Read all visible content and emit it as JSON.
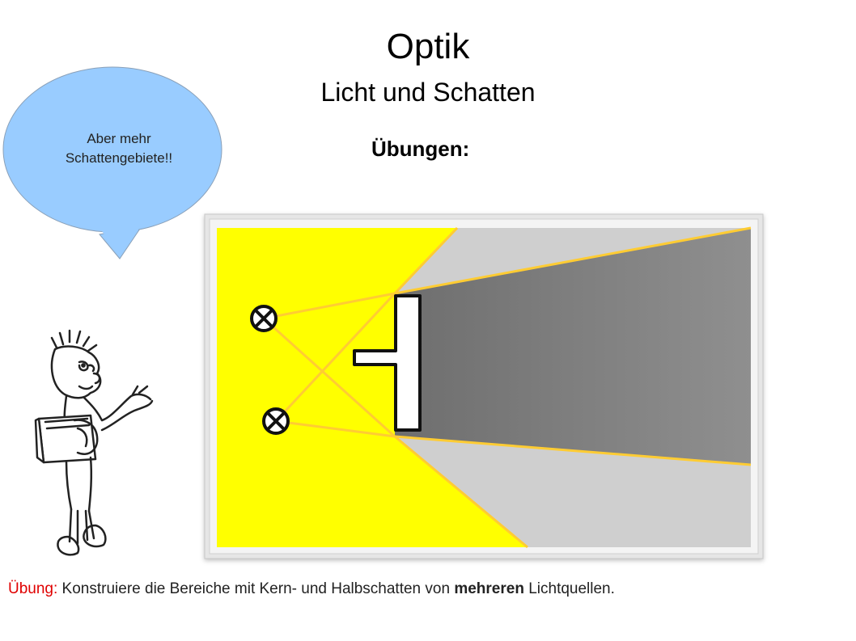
{
  "title": "Optik",
  "subtitle": "Licht und Schatten",
  "heading": "Übungen:",
  "speech_bubble": {
    "line1": "Aber mehr",
    "line2": "Schattengebiete!!"
  },
  "exercise": {
    "label": "Übung:",
    "text_before": " Konstruiere die Bereiche mit Kern- und Halbschatten von ",
    "emphasis": "mehreren",
    "text_after": " Lichtquellen."
  },
  "colors": {
    "light": "#ffff00",
    "penumbra": "#cfcfcf",
    "umbra": "#808080",
    "ray": "#ffcc33",
    "bubble": "#99ccff"
  },
  "icons": [
    "speech-bubble",
    "cartoon-figure-icon",
    "lamp-icon",
    "t-shaped-obstacle"
  ]
}
